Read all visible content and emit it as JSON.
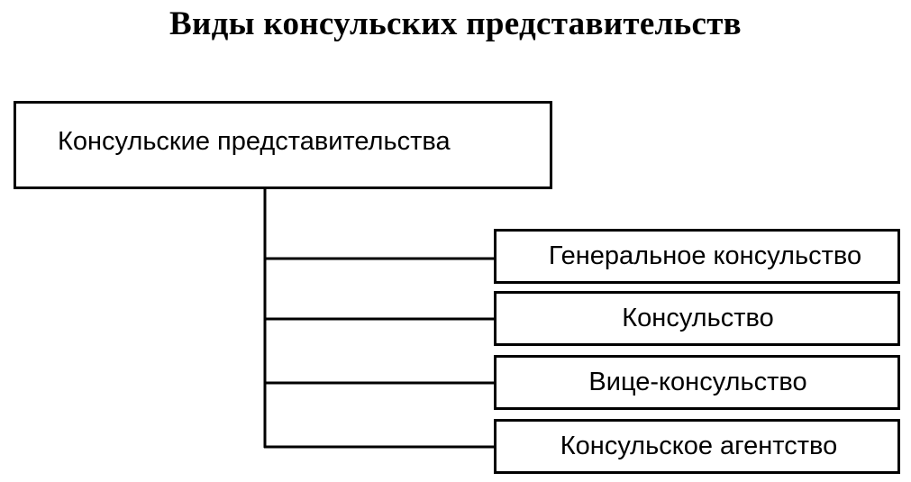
{
  "title": "Виды консульских представительств",
  "root": {
    "label": "Консульские представительства"
  },
  "children": [
    {
      "label": "Генеральное консульство"
    },
    {
      "label": "Консульство"
    },
    {
      "label": "Вице-консульство"
    },
    {
      "label": "Консульское агентство"
    }
  ],
  "colors": {
    "line": "#000000",
    "background": "#ffffff"
  }
}
